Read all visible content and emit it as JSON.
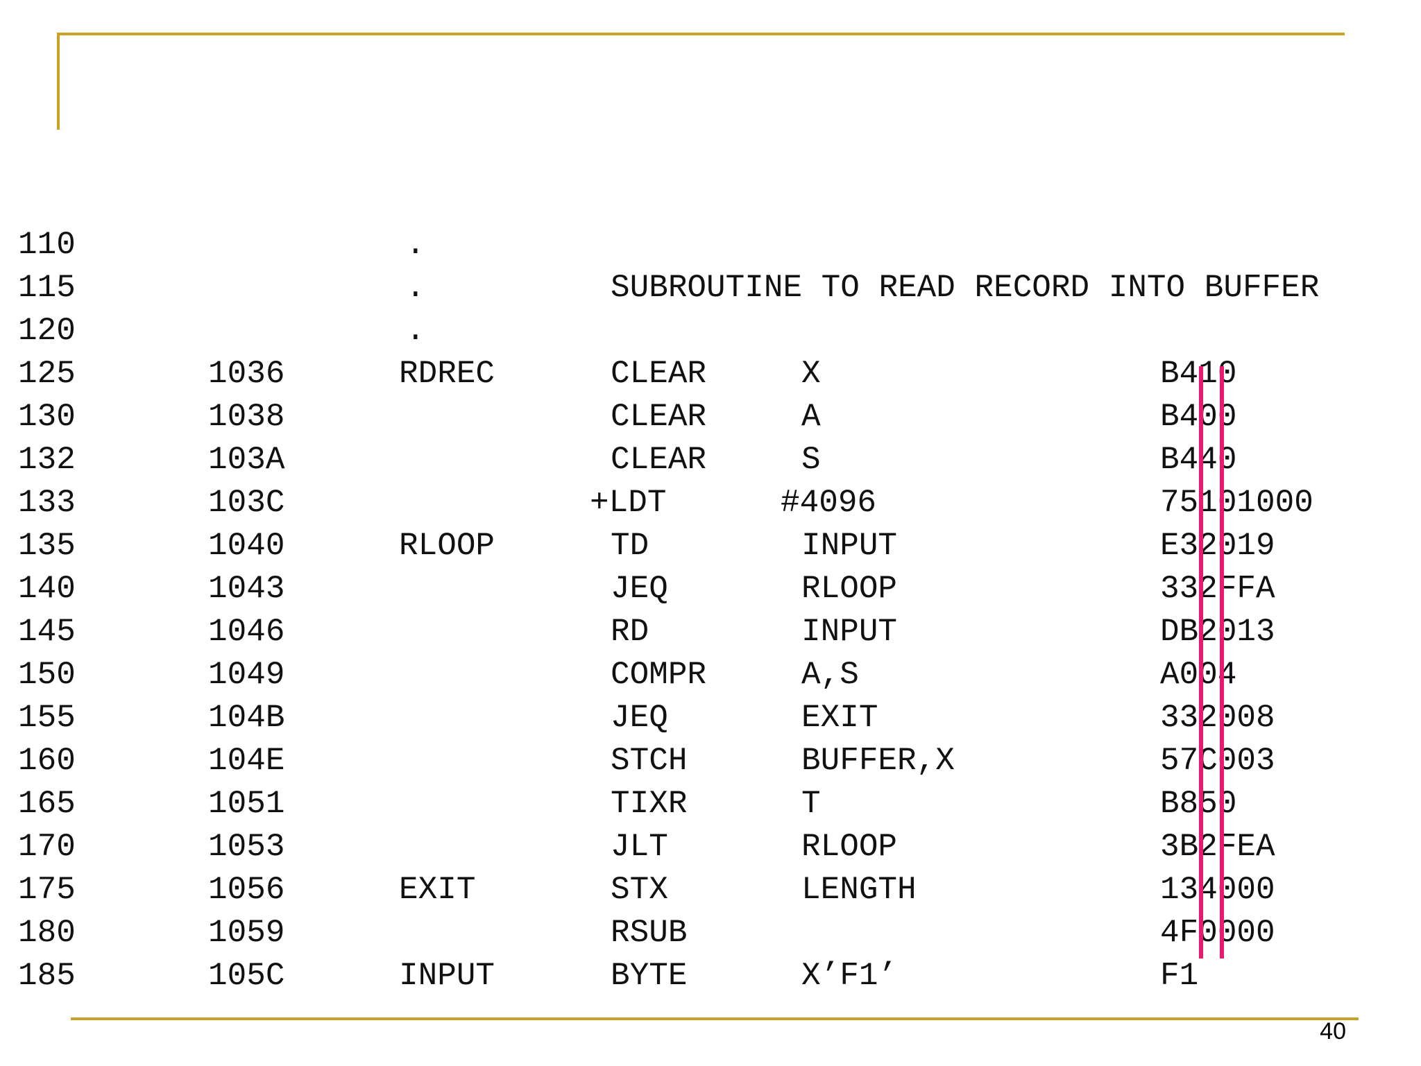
{
  "page_number": "40",
  "header_rows": [
    {
      "line": "110",
      "dot": ".",
      "comment": ""
    },
    {
      "line": "115",
      "dot": ".",
      "comment": "SUBROUTINE TO READ RECORD INTO BUFFER"
    },
    {
      "line": "120",
      "dot": ".",
      "comment": ""
    }
  ],
  "rows": [
    {
      "line": "125",
      "loc": "1036",
      "label": "RDREC",
      "op": "CLEAR",
      "operand": "X",
      "obj": "B410"
    },
    {
      "line": "130",
      "loc": "1038",
      "label": "",
      "op": "CLEAR",
      "operand": "A",
      "obj": "B400"
    },
    {
      "line": "132",
      "loc": "103A",
      "label": "",
      "op": "CLEAR",
      "operand": "S",
      "obj": "B440"
    },
    {
      "line": "133",
      "loc": "103C",
      "label": "",
      "op": "+LDT",
      "operand": "#4096",
      "obj": "75101000"
    },
    {
      "line": "135",
      "loc": "1040",
      "label": "RLOOP",
      "op": "TD",
      "operand": "INPUT",
      "obj": "E32019"
    },
    {
      "line": "140",
      "loc": "1043",
      "label": "",
      "op": "JEQ",
      "operand": "RLOOP",
      "obj": "332FFA"
    },
    {
      "line": "145",
      "loc": "1046",
      "label": "",
      "op": "RD",
      "operand": "INPUT",
      "obj": "DB2013"
    },
    {
      "line": "150",
      "loc": "1049",
      "label": "",
      "op": "COMPR",
      "operand": "A,S",
      "obj": "A004"
    },
    {
      "line": "155",
      "loc": "104B",
      "label": "",
      "op": "JEQ",
      "operand": "EXIT",
      "obj": "332008"
    },
    {
      "line": "160",
      "loc": "104E",
      "label": "",
      "op": "STCH",
      "operand": "BUFFER,X",
      "obj": "57C003"
    },
    {
      "line": "165",
      "loc": "1051",
      "label": "",
      "op": "TIXR",
      "operand": "T",
      "obj": "B850"
    },
    {
      "line": "170",
      "loc": "1053",
      "label": "",
      "op": "JLT",
      "operand": "RLOOP",
      "obj": "3B2FEA"
    },
    {
      "line": "175",
      "loc": "1056",
      "label": "EXIT",
      "op": "STX",
      "operand": "LENGTH",
      "obj": "134000"
    },
    {
      "line": "180",
      "loc": "1059",
      "label": "",
      "op": "RSUB",
      "operand": "",
      "obj": "4F0000"
    },
    {
      "line": "185",
      "loc": "105C",
      "label": "INPUT",
      "op": "BYTE",
      "operand": "X’F1’",
      "obj": "F1"
    }
  ],
  "colors": {
    "frame": "#c9a227",
    "marker": "#e8196e"
  }
}
